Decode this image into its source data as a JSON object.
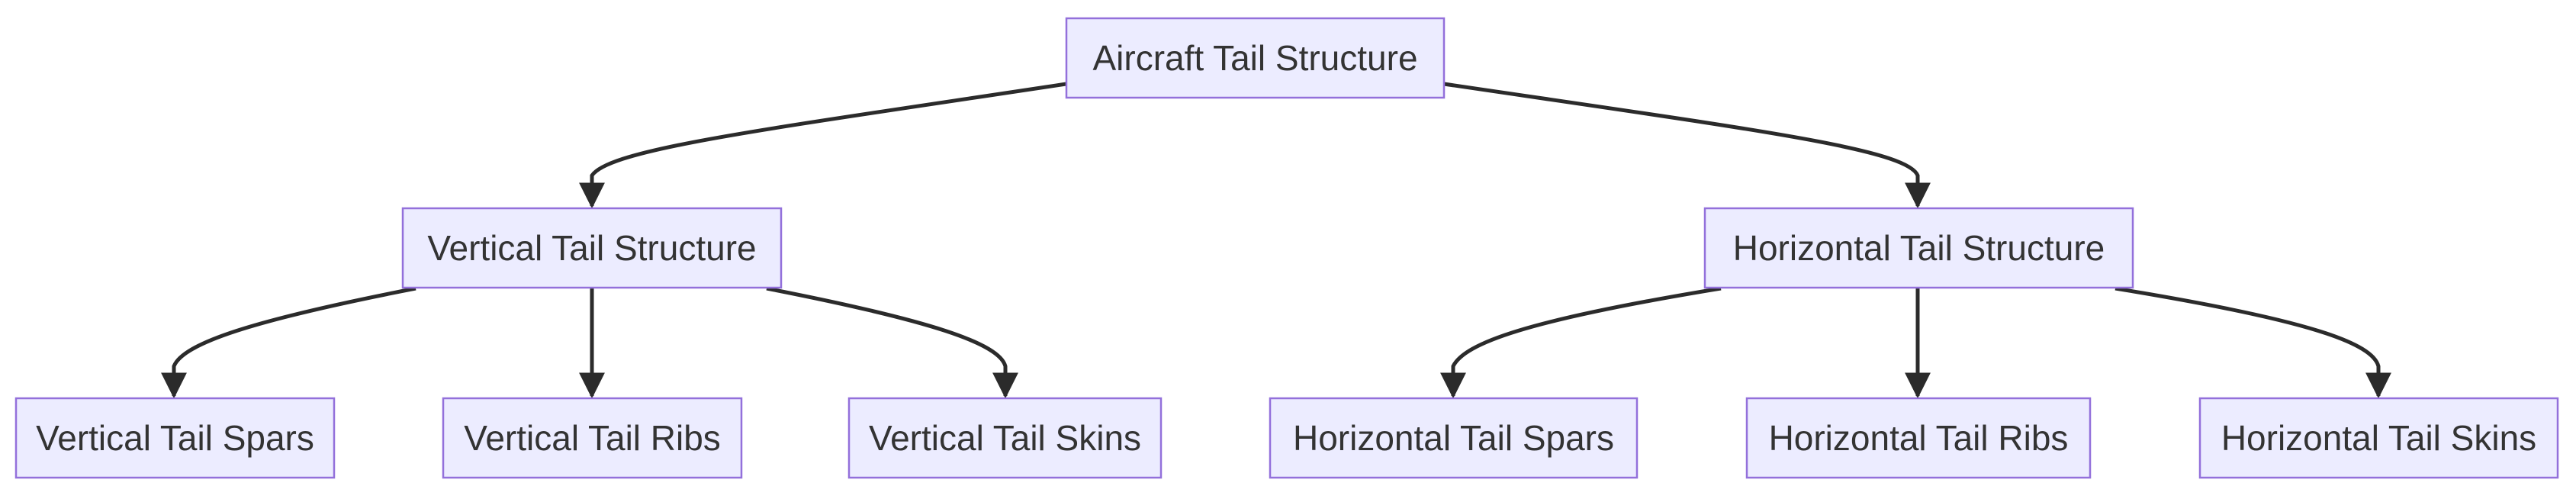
{
  "diagram": {
    "type": "hierarchy",
    "colors": {
      "node_fill": "#ECECFF",
      "node_stroke": "#9370DB",
      "edge": "#333333",
      "text": "#333333"
    },
    "nodes": {
      "root": {
        "label": "Aircraft Tail Structure"
      },
      "vertical": {
        "label": "Vertical Tail Structure"
      },
      "horizontal": {
        "label": "Horizontal Tail Structure"
      },
      "v_spars": {
        "label": "Vertical Tail Spars"
      },
      "v_ribs": {
        "label": "Vertical Tail Ribs"
      },
      "v_skins": {
        "label": "Vertical Tail Skins"
      },
      "h_spars": {
        "label": "Horizontal Tail Spars"
      },
      "h_ribs": {
        "label": "Horizontal Tail Ribs"
      },
      "h_skins": {
        "label": "Horizontal Tail Skins"
      }
    },
    "edges": [
      {
        "from": "root",
        "to": "vertical"
      },
      {
        "from": "root",
        "to": "horizontal"
      },
      {
        "from": "vertical",
        "to": "v_spars"
      },
      {
        "from": "vertical",
        "to": "v_ribs"
      },
      {
        "from": "vertical",
        "to": "v_skins"
      },
      {
        "from": "horizontal",
        "to": "h_spars"
      },
      {
        "from": "horizontal",
        "to": "h_ribs"
      },
      {
        "from": "horizontal",
        "to": "h_skins"
      }
    ]
  }
}
